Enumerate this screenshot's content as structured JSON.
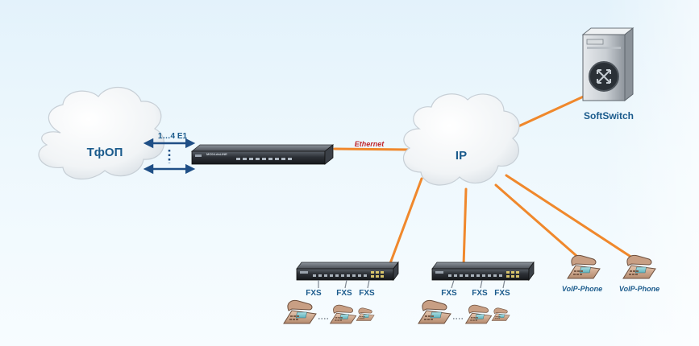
{
  "colors": {
    "link": "#f0882c",
    "label": "#1b5b8c",
    "ethernet_label": "#c0282d",
    "arrow": "#1f4f86",
    "cloud_fill": "#ffffff",
    "cloud_edge": "#c7cfd6"
  },
  "nodes": {
    "pstn_cloud": {
      "label": "ТфОП",
      "icon": "cloud"
    },
    "ip_cloud": {
      "label": "IP",
      "icon": "cloud"
    },
    "softswitch": {
      "label": "SoftSwitch",
      "icon": "server-tower-icon"
    },
    "main_gateway": {
      "device_text": "MC04-dsLINE",
      "icon": "rack-gateway-icon"
    },
    "gateway_left": {
      "icon": "rack-gateway-icon"
    },
    "gateway_right": {
      "icon": "rack-gateway-icon"
    },
    "voip_phone_1": {
      "label": "VoIP-Phone",
      "icon": "desk-phone-icon"
    },
    "voip_phone_2": {
      "label": "VoIP-Phone",
      "icon": "desk-phone-icon"
    }
  },
  "links": {
    "e1_label": "1…4 E1",
    "ethernet_label": "Ethernet"
  },
  "fxs": {
    "label": "FXS",
    "left_group": [
      "FXS",
      "FXS",
      "FXS"
    ],
    "right_group": [
      "FXS",
      "FXS",
      "FXS"
    ]
  }
}
